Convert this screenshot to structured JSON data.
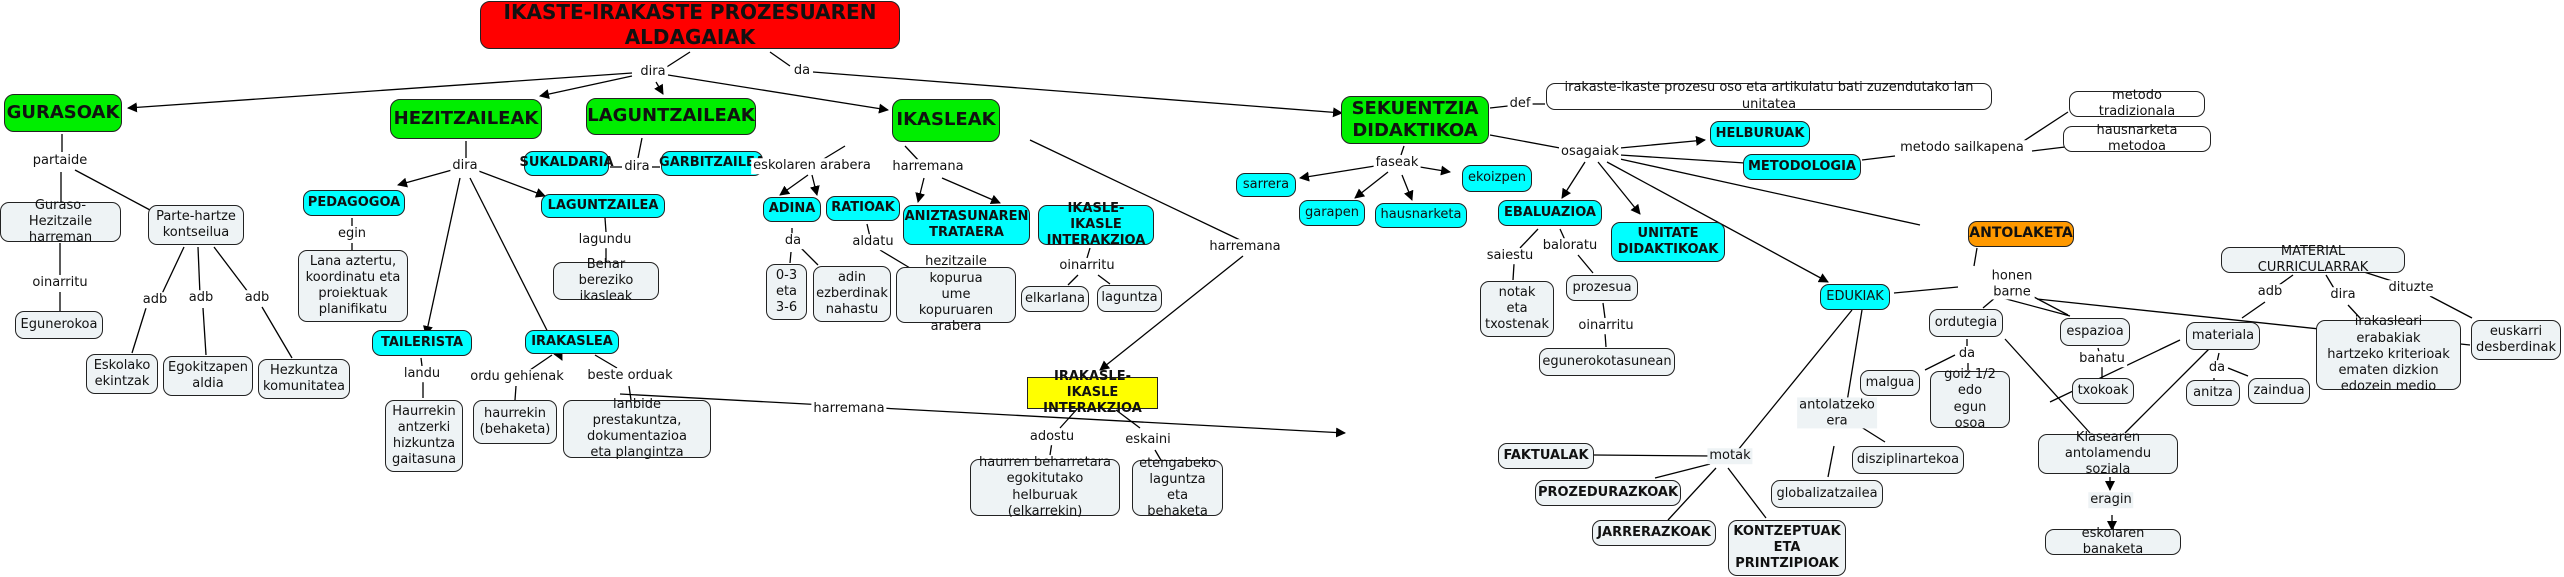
{
  "title": "IKASTE-IRAKASTE PROZESUAREN ALDAGAIAK",
  "nodes": {
    "root": "IKASTE-IRAKASTE PROZESUAREN ALDAGAIAK",
    "gurasoak": "GURASOAK",
    "hezitzaileak": "HEZITZAILEAK",
    "laguntzaileak": "LAGUNTZAILEAK",
    "ikasleak": "IKASLEAK",
    "sekuentzia": "SEKUENTZIA\nDIDAKTIKOA",
    "guraso_hezitzaile": "Guraso-Hezitzaile\nharreman",
    "parte_hartze": "Parte-hartze\nkontseilua",
    "egunerokoa": "Egunerokoa",
    "eskolako": "Eskolako\nekintzak",
    "egokitzapen": "Egokitzapen\naldia",
    "hezkuntza": "Hezkuntza\nkomunitatea",
    "pedagogoa": "PEDAGOGOA",
    "lana_aztertu": "Lana aztertu,\nkoordinatu eta\nproiektuak\nplanifikatu",
    "tailerista": "TAILERISTA",
    "haurrekin_antzerki": "Haurrekin\nantzerki\nhizkuntza\ngaitasuna",
    "irakaslea": "IRAKASLEA",
    "haurrekin_behaketa": "haurrekin\n(behaketa)",
    "lanbide": "lanbide prestakuntza,\ndokumentazioa\neta plangintza",
    "laguntzailea": "LAGUNTZAILEA",
    "behar_bereziko": "Behar bereziko\nikasleak",
    "sukaldaria": "SUKALDARIA",
    "garbitzailea": "GARBITZAILEA",
    "adina": "ADINA",
    "ratioak": "RATIOAK",
    "aniztasunaren": "ANIZTASUNAREN\nTRATAERA",
    "ikasle_ikasle": "IKASLE-IKASLE\nINTERAKZIOA",
    "adin_03": "0-3\neta\n3-6",
    "adin_ezberdinak": "adin\nezberdinak\nnahastu",
    "hezitzaile_kopurua": "hezitzaile kopurua\nume kopuruaren\narabera",
    "elkarlana": "elkarlana",
    "laguntza": "laguntza",
    "irakasle_ikasle": "IRAKASLE-IKASLE\nINTERAKZIOA",
    "haurren_beharretara": "haurren beharretara\negokitutako helburuak\n(elkarrekin)",
    "etengabeko": "etengabeko\nlaguntza eta\nbehaketa",
    "definition": "irakaste-ikaste prozesu oso eta artikulatu bati zuzendutako lan unitatea",
    "sarrera": "sarrera",
    "garapen": "garapen",
    "hausnarketa": "hausnarketa",
    "ekoizpen": "ekoizpen",
    "helburuak": "HELBURUAK",
    "metodologia": "METODOLOGIA",
    "metodo_tradizionala": "metodo tradizionala",
    "hausnarketa_metodoa": "hausnarketa metodoa",
    "ebaluazioa": "EBALUAZIOA",
    "unitate": "UNITATE\nDIDAKTIKOAK",
    "edukiak": "EDUKIAK",
    "antolaketa": "ANTOLAKETA",
    "notak": "notak\neta\ntxostenak",
    "prozesua": "prozesua",
    "egunerokotasunean": "egunerokotasunean",
    "faktualak": "FAKTUALAK",
    "prozedurazkoak": "PROZEDURAZKOAK",
    "jarrerazkoak": "JARRERAZKOAK",
    "kontzeptuak": "KONTZEPTUAK\nETA\nPRINTZIPIOAK",
    "globalizatzailea": "globalizatzailea",
    "disziplinartekoa": "disziplinartekoa",
    "ordutegia": "ordutegia",
    "malgua": "malgua",
    "goiz": "goiz 1/2\nedo\negun osoa",
    "espazioa": "espazioa",
    "txokoak": "txokoak",
    "materiala": "materiala",
    "anitza": "anitza",
    "zaindua": "zaindua",
    "klasearen": "Klasearen\nantolamendu soziala",
    "eskolaren_banaketa": "eskolaren banaketa",
    "material_curricularrak": "MATERIAL CURRICULARRAK",
    "irakasleari": "irakasleari erabakiak\nhartzeko kriterioak\nematen dizkion\nedozein medio",
    "euskarri": "euskarri\ndesberdinak"
  },
  "links": {
    "dira_root": "dira",
    "da_root": "da",
    "partaide": "partaide",
    "oinarritu_guraso": "oinarritu",
    "adb1": "adb",
    "adb2": "adb",
    "adb3": "adb",
    "dira_hezi": "dira",
    "egin": "egin",
    "landu": "landu",
    "ordu_gehienak": "ordu gehienak",
    "beste_orduak": "beste orduak",
    "lagundu": "lagundu",
    "dira_lagun": "dira",
    "eskolaren_arabera": "eskolaren arabera",
    "harremana_ikas": "harremana",
    "harremana_ikas2": "harremana",
    "harremana_irak": "harremana",
    "da_adina": "da",
    "aldatu": "aldatu",
    "oinarritu_ikasle": "oinarritu",
    "adostu": "adostu",
    "eskaini": "eskaini",
    "def": "def",
    "faseak": "faseak",
    "osagaiak": "osagaiak",
    "metodo_sailkapena": "metodo sailkapena",
    "saiestu": "saiestu",
    "baloratu": "baloratu",
    "oinarritu_eba": "oinarritu",
    "motak": "motak",
    "antolatzeko_era": "antolatzeko\nera",
    "honen_barne": "honen\nbarne",
    "da_ordutegia": "da",
    "banatu": "banatu",
    "da_materiala": "da",
    "eragin": "eragin",
    "adb_mat": "adb",
    "dira_mat": "dira",
    "dituzte": "dituzte"
  }
}
